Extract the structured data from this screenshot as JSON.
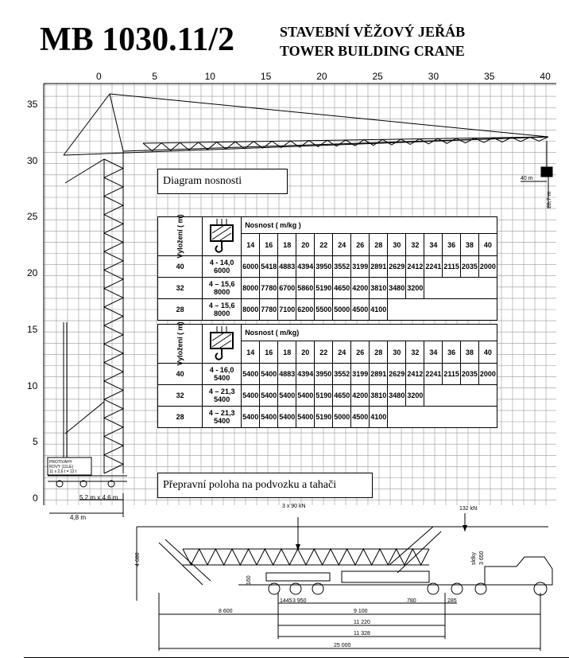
{
  "header": {
    "model": "MB 1030.11/2",
    "subtitle_cz": "STAVEBNÍ VĚŽOVÝ JEŘÁB",
    "subtitle_en": "TOWER BUILDING CRANE"
  },
  "axes": {
    "x_ticks": [
      "0",
      "5",
      "10",
      "15",
      "20",
      "25",
      "30",
      "35",
      "40"
    ],
    "y_ticks": [
      "35",
      "30",
      "25",
      "20",
      "15",
      "10",
      "5",
      "0"
    ]
  },
  "boxes": {
    "diagram": "Diagram nosnosti",
    "transport": "Přepravní poloha na podvozku a tahači"
  },
  "tables": [
    {
      "reach_label": "Vyložení ( m)",
      "load_label": "Nosnost ( m/kg )",
      "radii": [
        "14",
        "16",
        "18",
        "20",
        "22",
        "24",
        "26",
        "28",
        "30",
        "32",
        "34",
        "36",
        "38",
        "40"
      ],
      "rows": [
        {
          "jib": "40",
          "range": "4 - 14,0",
          "max": "6000",
          "values": [
            "6000",
            "5418",
            "4883",
            "4394",
            "3950",
            "3552",
            "3199",
            "2891",
            "2629",
            "2412",
            "2241",
            "2115",
            "2035",
            "2000"
          ]
        },
        {
          "jib": "32",
          "range": "4 – 15,6",
          "max": "8000",
          "values": [
            "8000",
            "7780",
            "6700",
            "5860",
            "5190",
            "4650",
            "4200",
            "3810",
            "3480",
            "3200"
          ]
        },
        {
          "jib": "28",
          "range": "4 – 15,6",
          "max": "8000",
          "values": [
            "8000",
            "7780",
            "7100",
            "6200",
            "5500",
            "5000",
            "4500",
            "4100"
          ]
        }
      ]
    },
    {
      "reach_label": "Vyložení ( m)",
      "load_label": "Nosnost ( m/kg)",
      "radii": [
        "14",
        "16",
        "18",
        "20",
        "22",
        "24",
        "26",
        "28",
        "30",
        "32",
        "34",
        "36",
        "38",
        "40"
      ],
      "rows": [
        {
          "jib": "40",
          "range": "4 - 16,0",
          "max": "5400",
          "values": [
            "5400",
            "5400",
            "4883",
            "4394",
            "3950",
            "3552",
            "3199",
            "2891",
            "2629",
            "2412",
            "2241",
            "2115",
            "2035",
            "2000"
          ]
        },
        {
          "jib": "32",
          "range": "4 – 21,3",
          "max": "5400",
          "values": [
            "5400",
            "5400",
            "5400",
            "5400",
            "5190",
            "4650",
            "4200",
            "3810",
            "3480",
            "3200"
          ]
        },
        {
          "jib": "28",
          "range": "4 – 21,3",
          "max": "5400",
          "values": [
            "5400",
            "5400",
            "5400",
            "5400",
            "5190",
            "5000",
            "4500",
            "4100"
          ]
        }
      ]
    }
  ],
  "dimensions": {
    "jib_reach": "40 m",
    "hook_height": "28,7 m",
    "base": "5,2 m x 4,6 m",
    "track": "4,8 m",
    "load_left": "3 x 90 kN",
    "load_right": "132 kN",
    "height_total": "4 680",
    "height_low": "160",
    "sldky": "sldky",
    "height_cab": "3 650",
    "d1445": "1445",
    "d3950": "3 950",
    "d780": "780",
    "d285": "285",
    "d8600": "8 600",
    "d9100": "9 100",
    "d11220": "11 220",
    "d11328": "11 328",
    "d25000": "25 000",
    "plate": [
      "PROTIVÁHY",
      "ROVY (11LE)",
      "11 x 2,6 t = 12 t"
    ]
  },
  "colors": {
    "grid": "#9a9a9a",
    "ink": "#000000"
  }
}
